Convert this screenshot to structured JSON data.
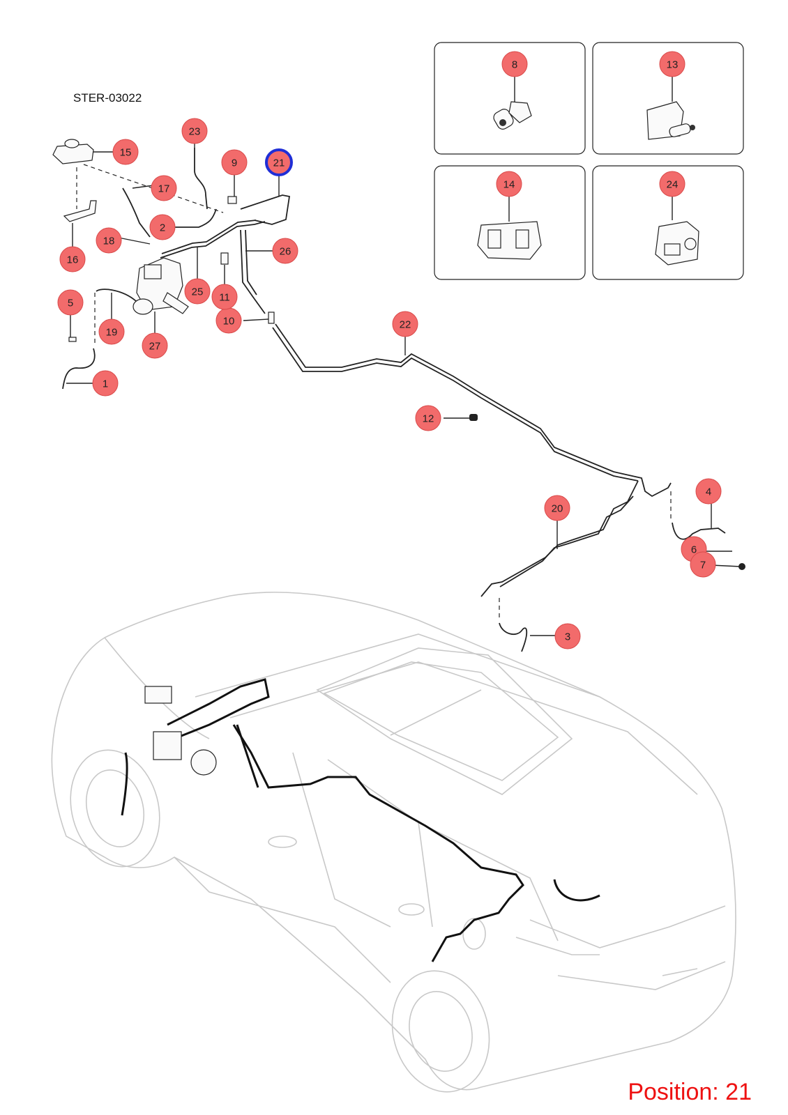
{
  "drawing_code": "STER-03022",
  "position_label": "Position: 21",
  "selected_callout": "21",
  "colors": {
    "callout_fill": "#f26b6b",
    "selected_outline": "#1f2ed6",
    "position_text": "#ee1111"
  },
  "callouts": [
    "1",
    "2",
    "3",
    "4",
    "5",
    "6",
    "7",
    "8",
    "9",
    "10",
    "11",
    "12",
    "13",
    "14",
    "15",
    "16",
    "17",
    "18",
    "19",
    "20",
    "21",
    "22",
    "23",
    "24",
    "25",
    "26",
    "27"
  ],
  "insets": [
    "8",
    "13",
    "14",
    "24"
  ]
}
